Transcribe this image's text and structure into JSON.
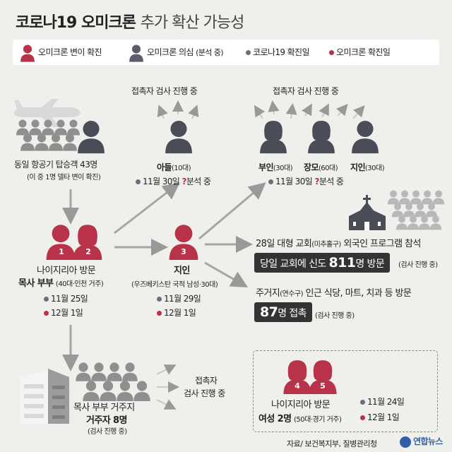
{
  "title_main": "코로나19 오미크론",
  "title_sub": "추가 확산 가능성",
  "legend": {
    "confirmed": "오미크론 변이 확진",
    "suspected": "오미크론 의심",
    "suspected_note": "(분석 중)",
    "covid_date": "코로나19 확진일",
    "omicron_date": "오미크론 확진일"
  },
  "contact_top_left": "접촉자 검사 진행 중",
  "contact_top_right": "접촉자 검사 진행 중",
  "passengers": {
    "line1": "동일 항공기 탑승객 43명",
    "line2": "(이 중 1명 델타 변이 확진)"
  },
  "son": {
    "label": "아들",
    "age": "(10대)",
    "date": "11월 30일",
    "analysis": "분석 중"
  },
  "family": {
    "wife": "부인",
    "wife_age": "(30대)",
    "mother": "장모",
    "mother_age": "(60대)",
    "friend": "지인",
    "friend_age": "(30대)",
    "date": "11월 30일",
    "analysis": "분석 중"
  },
  "couple": {
    "num1": "1",
    "num2": "2",
    "line1": "나이지리아 방문",
    "line2": "목사 부부",
    "line2_note": "(40대·인천 거주)",
    "date1": "11월 25일",
    "date2": "12월 1일"
  },
  "acq": {
    "num": "3",
    "label": "지인",
    "note": "(우즈베키스탄 국적 남성·30대)",
    "date1": "11월 29일",
    "date2": "12월 1일"
  },
  "church": {
    "line1": "28일 대형 교회",
    "line1_note": "(미추홀구)",
    "line1_rest": "외국인 프로그램 참석",
    "box_pre": "당일 교회에 신도",
    "box_num": "811",
    "box_post": "명 방문",
    "box_note": "(검사 진행 중)"
  },
  "residence": {
    "line1": "주거지",
    "line1_note": "(연수구)",
    "line1_rest": "인근 식당, 마트, 치과 등 방문",
    "box_num": "87",
    "box_post": "명 접촉",
    "box_note": "(검사 진행 중)"
  },
  "residents": {
    "line1": "목사 부부 거주지",
    "line2": "거주자 8명",
    "line3": "(검사 진행 중)"
  },
  "contact_mid": {
    "line1": "접촉자",
    "line2": "검사 진행 중"
  },
  "women": {
    "num4": "4",
    "num5": "5",
    "line1": "나이지리아 방문",
    "line2": "여성 2명",
    "line2_note": "(50대·경기 거주)",
    "date1": "11월 24일",
    "date2": "12월 1일"
  },
  "footer": {
    "source": "자료/ 보건복지부, 질병관리청",
    "logo": "연합뉴스"
  }
}
